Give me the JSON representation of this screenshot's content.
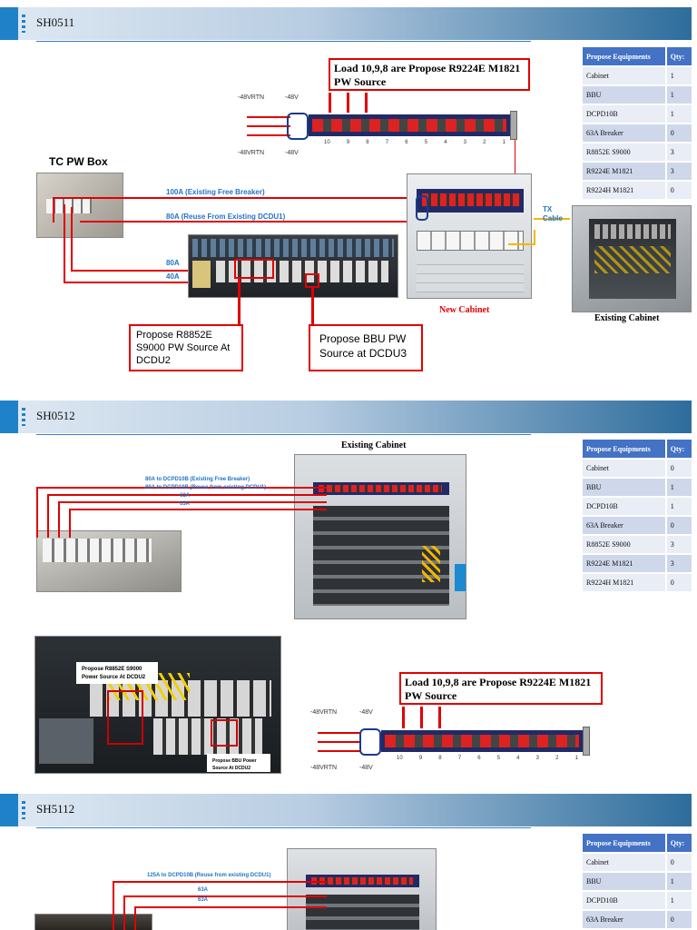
{
  "sections": [
    {
      "title": "SH0511"
    },
    {
      "title": "SH0512"
    },
    {
      "title": "SH5112"
    }
  ],
  "table": {
    "header": [
      "Propose Equipments",
      "Qty:"
    ],
    "s1_rows": [
      [
        "Cabinet",
        "1"
      ],
      [
        "BBU",
        "1"
      ],
      [
        "DCPD10B",
        "1"
      ],
      [
        "63A Breaker",
        "0"
      ],
      [
        "R8852E S9000",
        "3"
      ],
      [
        "R9224E M1821",
        "3"
      ],
      [
        "R9224H M1821",
        "0"
      ]
    ],
    "s2_rows": [
      [
        "Cabinet",
        "0"
      ],
      [
        "BBU",
        "1"
      ],
      [
        "DCPD10B",
        "1"
      ],
      [
        "63A Breaker",
        "0"
      ],
      [
        "R8852E S9000",
        "3"
      ],
      [
        "R9224E M1821",
        "3"
      ],
      [
        "R9224H M1821",
        "0"
      ]
    ],
    "s3_rows": [
      [
        "Cabinet",
        "0"
      ],
      [
        "BBU",
        "1"
      ],
      [
        "DCPD10B",
        "1"
      ],
      [
        "63A Breaker",
        "0"
      ]
    ]
  },
  "s1": {
    "load_callout": "Load 10,9,8 are Propose R9224E M1821 PW Source",
    "rtn_top": "-48VRTN",
    "v_top": "-48V",
    "rtn_bot": "-48VRTN",
    "v_bot": "-48V",
    "slots": [
      "10",
      "9",
      "8",
      "7",
      "6",
      "5",
      "4",
      "3",
      "2",
      "1"
    ],
    "tc_box": "TC PW Box",
    "line1": "100A (Existing Free Breaker)",
    "line2": "80A (Reuse From Existing DCDU1)",
    "lbl_80a": "80A",
    "lbl_40a": "40A",
    "tx": "TX",
    "cable": "Cable",
    "new_cabinet": "New Cabinet",
    "existing_cabinet": "Existing Cabinet",
    "callout_r8852": "Propose R8852E S9000 PW Source At DCDU2",
    "callout_bbu": "Propose BBU PW Source at DCDU3"
  },
  "s2": {
    "existing_cabinet": "Existing Cabinet",
    "l1": "80A to DCPD10B (Existing Free Breaker)",
    "l2": "80A to DCPD10B (Reuse from existing DCDU1)",
    "l3": "63A",
    "l4": "63A",
    "photo_callout1": "Propose R8852E S9000 Power Source At DCDU2",
    "photo_callout2": "Propose BBU Power Source At DCDU2",
    "load_callout": "Load 10,9,8 are Propose R9224E M1821 PW Source",
    "rtn_top": "-48VRTN",
    "v_top": "-48V",
    "rtn_bot": "-48VRTN",
    "v_bot": "-48V",
    "slots": [
      "10",
      "9",
      "8",
      "7",
      "6",
      "5",
      "4",
      "3",
      "2",
      "1"
    ]
  },
  "s3": {
    "l1": "125A to DCPD10B (Reuse from existing DCDU1)",
    "l2": "63A",
    "l3": "63A"
  },
  "colors": {
    "accent": "#1f82c8",
    "red": "#e00000",
    "blue_label": "#1f74c8",
    "table_header": "#4472c4"
  }
}
